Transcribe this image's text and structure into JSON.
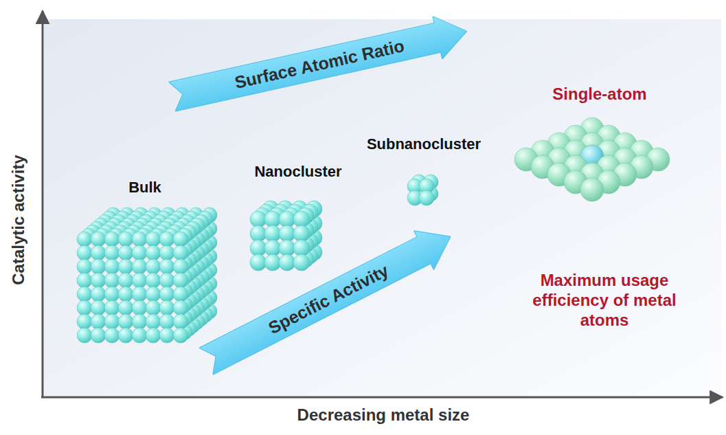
{
  "diagram": {
    "nodes": [
      {
        "text": [
          "Surface Atomic Ratio"
        ]
      },
      {
        "text": [
          "Specific Activity"
        ]
      }
    ],
    "labels": [
      "Catalytic activity",
      "Decreasing metal size",
      "Bulk",
      "Nanocluster",
      "Subnanocluster",
      "Single-atom",
      "Maximum usage efficiency of metal atoms"
    ]
  }
}
